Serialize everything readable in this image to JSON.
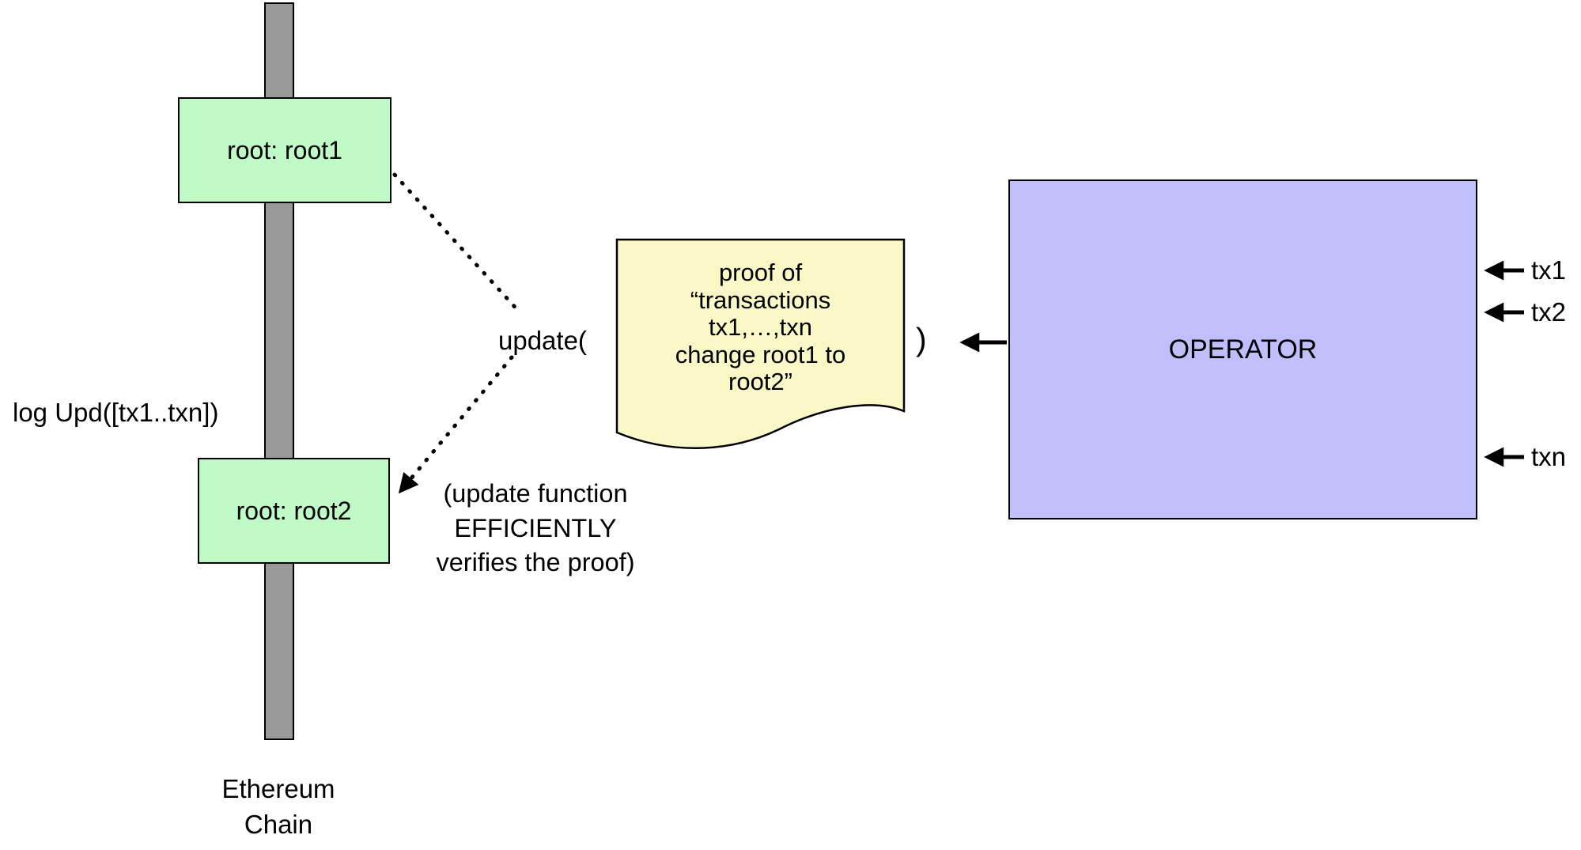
{
  "chain": {
    "root1_label": "root: root1",
    "root2_label": "root: root2",
    "log_label": "log Upd([tx1..txn])",
    "name_lines": [
      "Ethereum",
      "Chain"
    ]
  },
  "update_call": {
    "prefix": "update(",
    "close_paren": ")"
  },
  "proof_note": {
    "lines": [
      "proof of",
      "“transactions",
      "tx1,…,txn",
      "change root1 to",
      "root2”"
    ]
  },
  "verify_note": {
    "lines": [
      "(update function",
      "EFFICIENTLY",
      "verifies the proof)"
    ]
  },
  "operator": {
    "label": "OPERATOR",
    "inputs": [
      {
        "label": "tx1"
      },
      {
        "label": "tx2"
      },
      {
        "label": "txn"
      }
    ]
  },
  "colors": {
    "chain_bar": "#999999",
    "root_box": "#c0fac6",
    "operator_box": "#c0bffb",
    "proof_note": "#faf8c6",
    "line": "#000000"
  }
}
